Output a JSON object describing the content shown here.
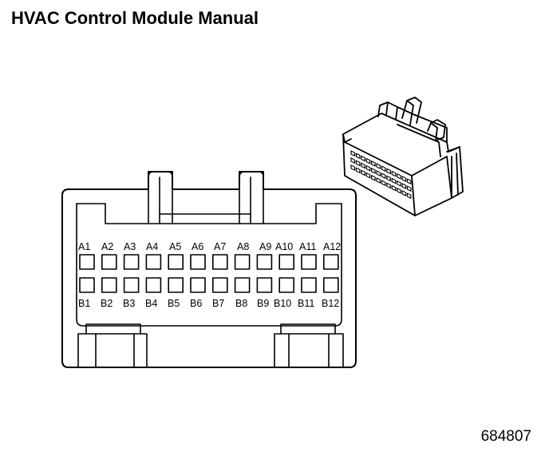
{
  "header": {
    "title": "HVAC Control Module Manual"
  },
  "footer": {
    "figure_id": "684807"
  },
  "connector": {
    "row_a_labels": [
      "A1",
      "A2",
      "A3",
      "A4",
      "A5",
      "A6",
      "A7",
      "A8",
      "A9",
      "A10",
      "A11",
      "A12"
    ],
    "row_b_labels": [
      "B1",
      "B2",
      "B3",
      "B4",
      "B5",
      "B6",
      "B7",
      "B8",
      "B9",
      "B10",
      "B11",
      "B12"
    ]
  }
}
